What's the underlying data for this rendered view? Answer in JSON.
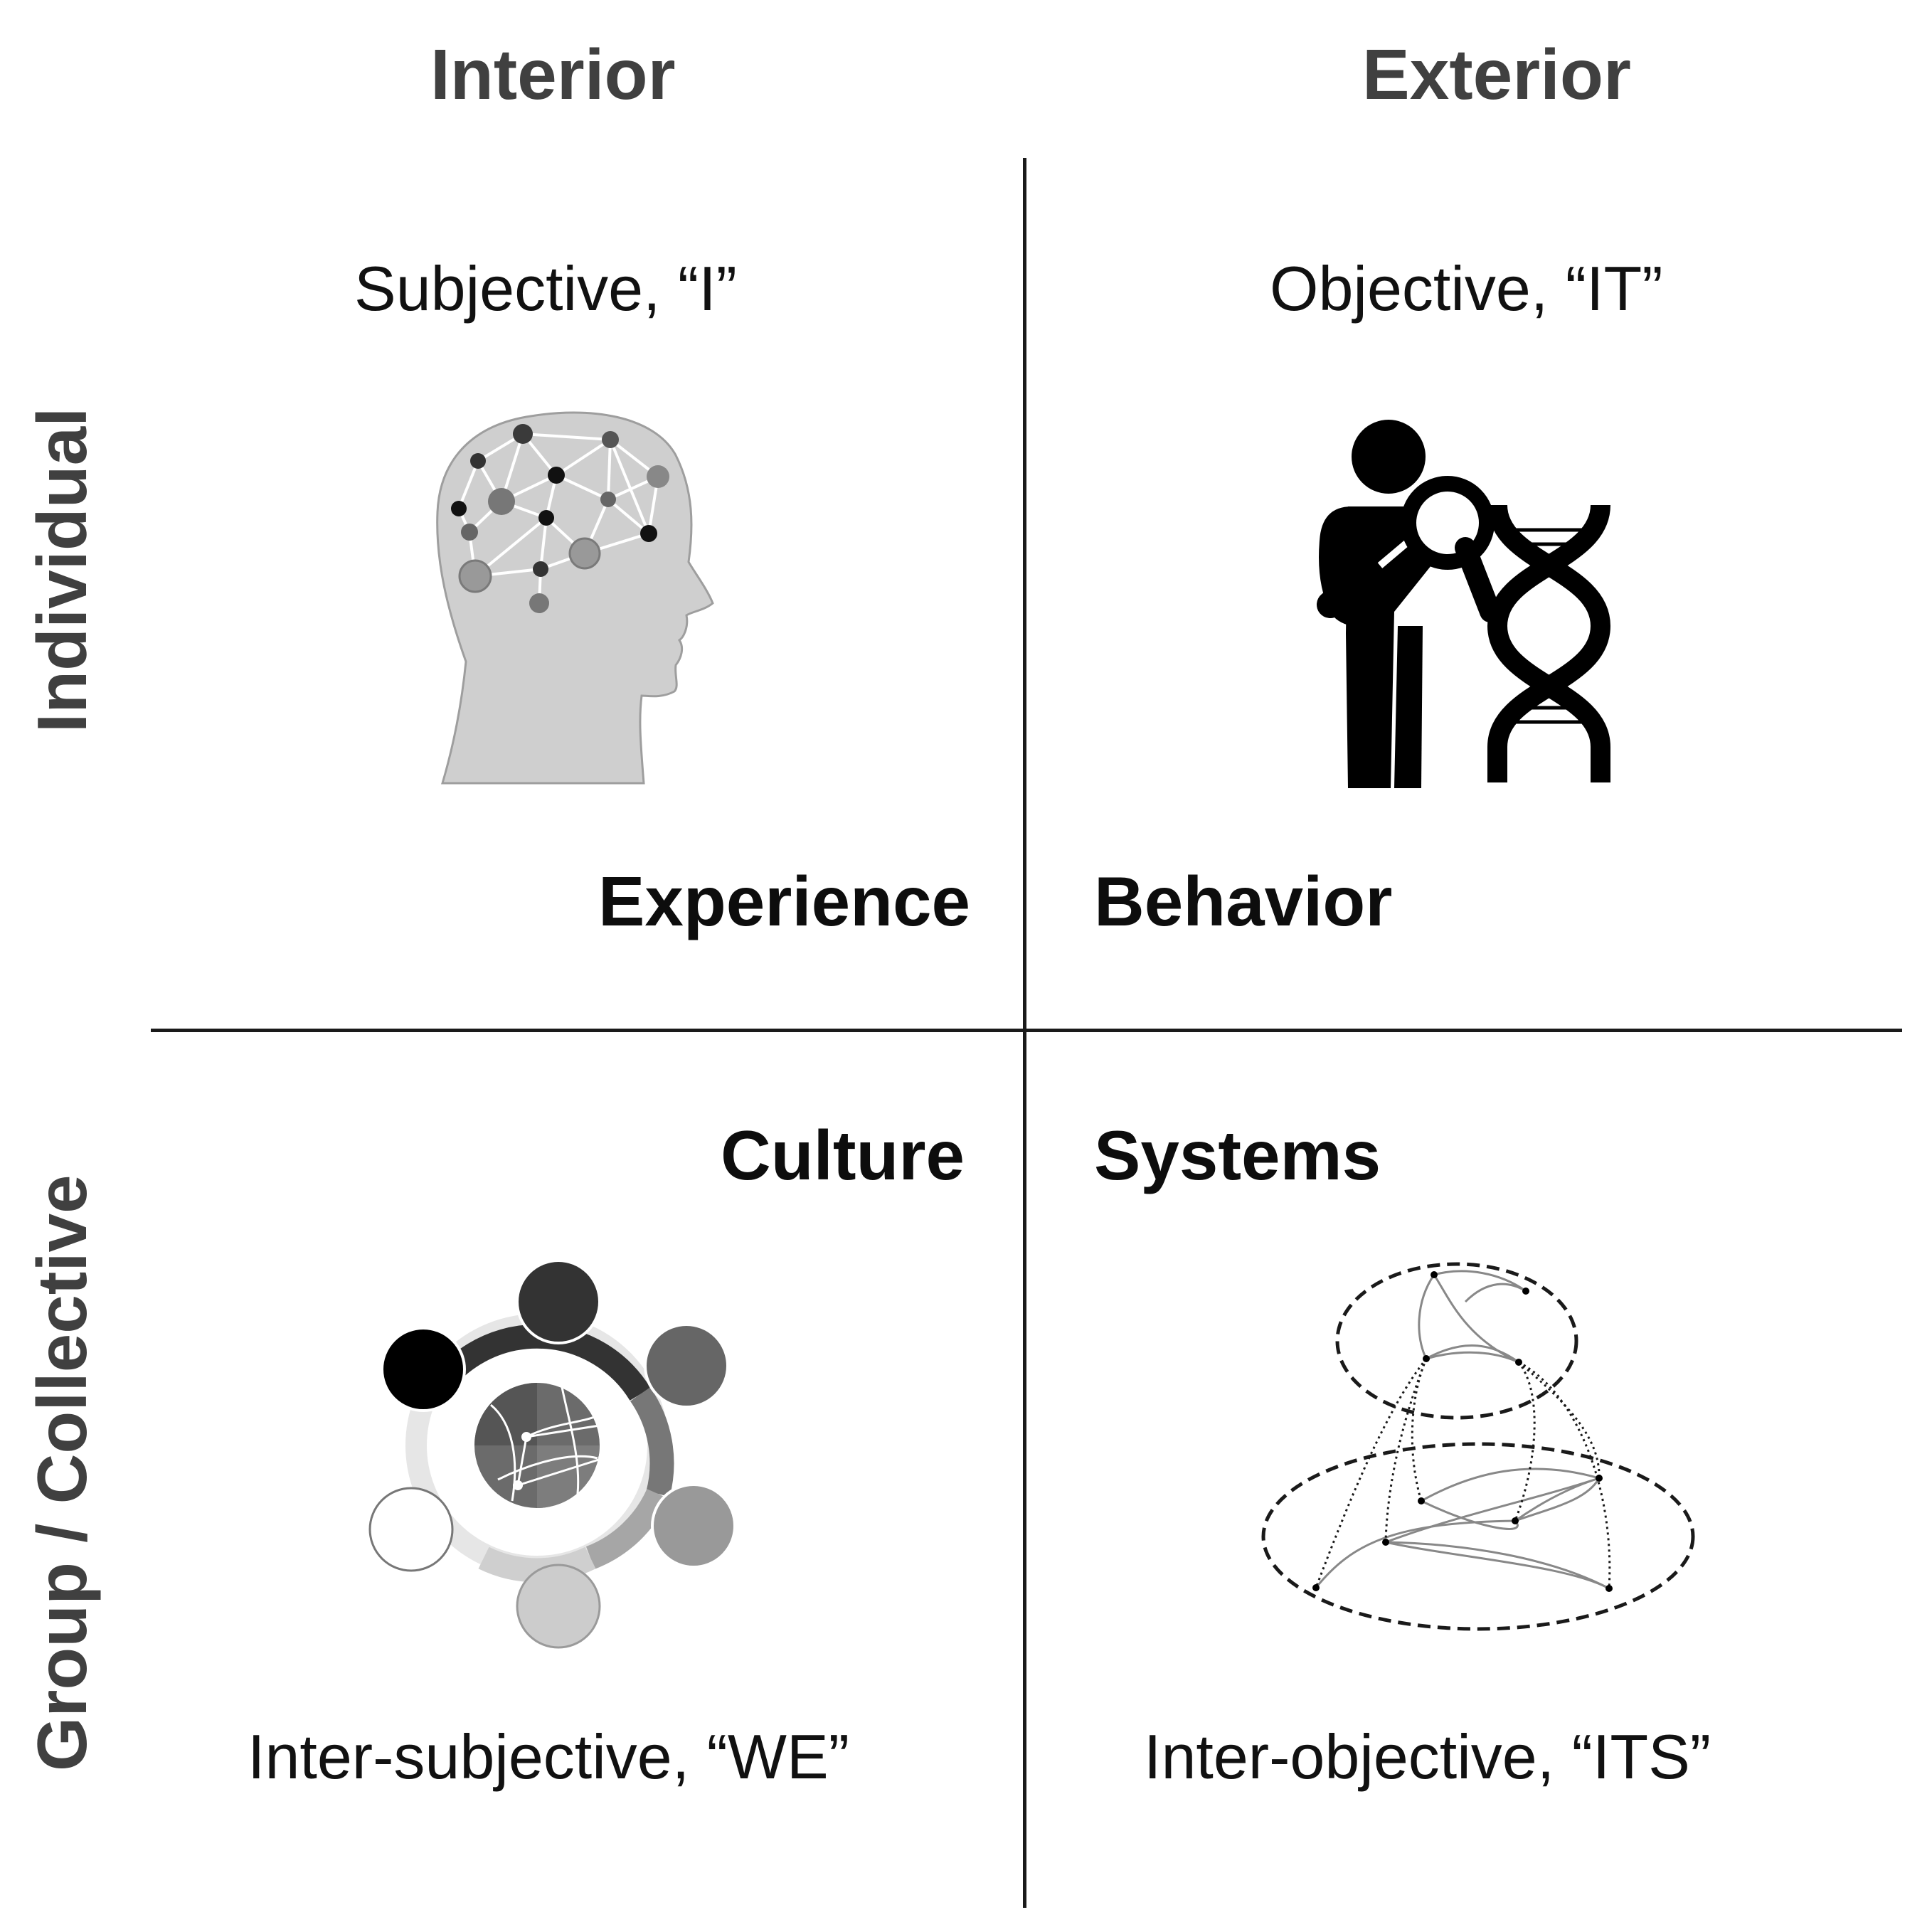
{
  "columns": {
    "left": "Interior",
    "right": "Exterior"
  },
  "rows": {
    "top": "Individual",
    "bottom": "Group / Collective"
  },
  "quadrants": {
    "upper_left": {
      "name": "Experience",
      "subtitle": "Subjective, “I”",
      "icon": "brain-network-head-icon"
    },
    "upper_right": {
      "name": "Behavior",
      "subtitle": "Objective, “IT”",
      "icon": "person-magnifier-dna-icon"
    },
    "lower_left": {
      "name": "Culture",
      "subtitle": "Inter-subjective, “WE”",
      "icon": "people-circle-network-icon"
    },
    "lower_right": {
      "name": "Systems",
      "subtitle": "Inter-objective, “ITS”",
      "icon": "multilayer-network-icon"
    }
  }
}
